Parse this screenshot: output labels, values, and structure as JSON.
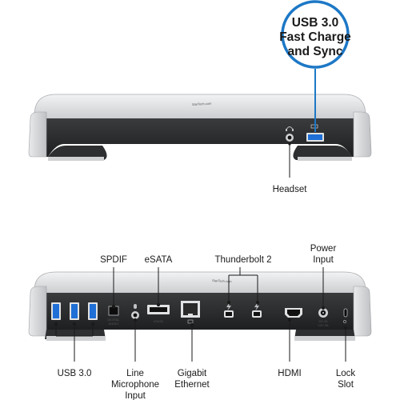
{
  "callout": {
    "line1": "USB 3.0",
    "line2": "Fast Charge",
    "line3": "and Sync",
    "ring_color": "#1d78c6"
  },
  "front": {
    "brand": "StarTech.com",
    "headset_label": "Headset"
  },
  "rear": {
    "brand": "StarTech.com",
    "labels": {
      "spdif": "SPDIF",
      "esata": "eSATA",
      "thunderbolt": "Thunderbolt 2",
      "power_l1": "Power",
      "power_l2": "Input",
      "usb": "USB 3.0",
      "line_l1": "Line",
      "line_l2": "Microphone",
      "line_l3": "Input",
      "ethernet_l1": "Gigabit",
      "ethernet_l2": "Ethernet",
      "hdmi": "HDMI",
      "lock_l1": "Lock",
      "lock_l2": "Slot"
    },
    "port_text": {
      "digital_l1": "DIGITAL",
      "digital_l2": "AUDIO",
      "esata_small": "eSATA",
      "dc_l1": "DC IN",
      "dc_l2": "12V 5A"
    }
  },
  "colors": {
    "usb_blue": "#1f6fd6",
    "chassis": "#d9dadc",
    "panel": "#2a2b2d"
  }
}
